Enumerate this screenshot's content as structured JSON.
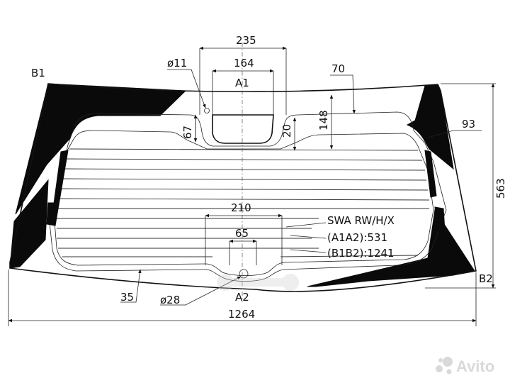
{
  "dimensions": {
    "top_width": "235",
    "frame_width": "164",
    "hole_small": "ø11",
    "seal_offset": "70",
    "frame_height": "148",
    "frame_side": "67",
    "frame_gap": "20",
    "corner_offset": "93",
    "total_height": "563",
    "bottom_width": "210",
    "bottom_notch": "65",
    "edge_offset": "35",
    "hole_large": "ø28",
    "total_width": "1264"
  },
  "points": {
    "a1": "A1",
    "a2": "A2",
    "b1": "B1",
    "b2": "B2"
  },
  "spec": {
    "code": "SWA RW/H/X",
    "a1a2": "(A1A2):531",
    "b1b2": "(B1B2):1241"
  },
  "watermark": {
    "icon": "avito-dots-icon",
    "text": "Avito"
  }
}
